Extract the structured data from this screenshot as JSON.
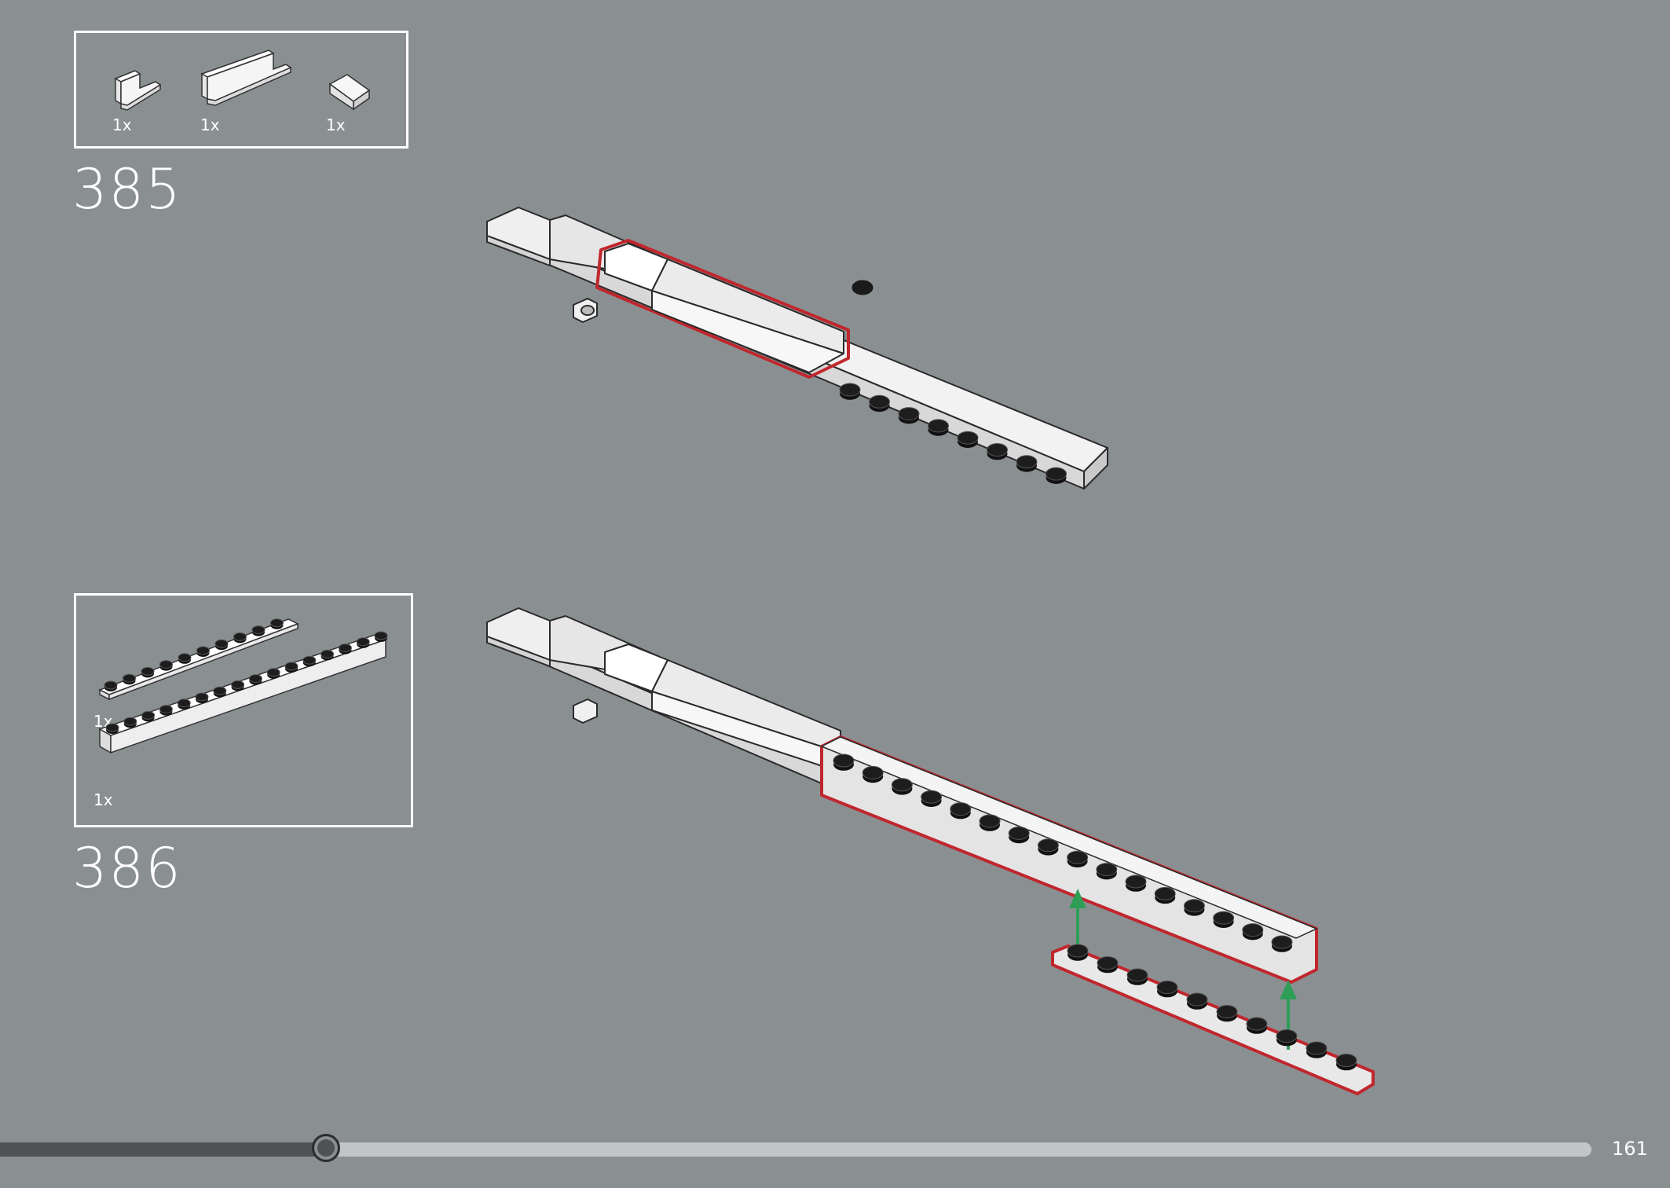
{
  "steps": [
    {
      "number": "385",
      "parts": [
        {
          "name": "panel-1x2",
          "qty": "1x"
        },
        {
          "name": "panel-1x4",
          "qty": "1x"
        },
        {
          "name": "slope-brick",
          "qty": "1x"
        }
      ]
    },
    {
      "number": "386",
      "parts": [
        {
          "name": "plate-1x10",
          "qty": "1x"
        },
        {
          "name": "brick-1x16",
          "qty": "1x"
        }
      ]
    }
  ],
  "progress": {
    "fraction": 0.205
  },
  "page_number": "161",
  "colors": {
    "background": "#8a9092",
    "highlight": "#c0272d",
    "arrow": "#2e9e57",
    "part": "#ffffff"
  }
}
